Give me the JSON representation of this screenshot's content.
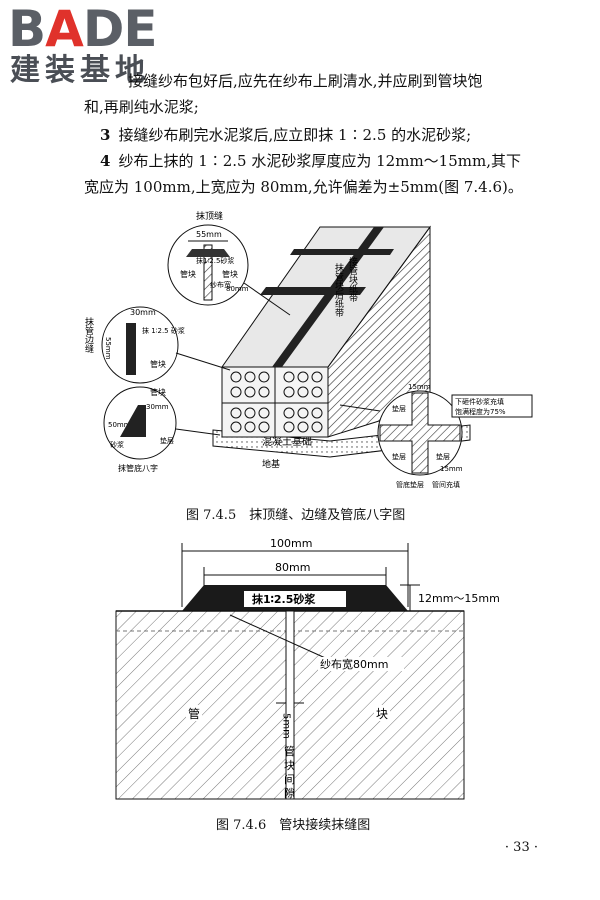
{
  "logo": {
    "brand_first": "B",
    "brand_accent": "A",
    "brand_rest": "DE",
    "sub": "建装基地"
  },
  "text": {
    "line1_tail": "接缝纱布包好后,应先在纱布上刷清水,并应刷到管块饱",
    "line2": "和,再刷纯水泥浆;",
    "item3_num": "3",
    "item3_text": "接缝纱布刷完水泥浆后,应立即抹 1∶2.5 的水泥砂浆;",
    "item4_num": "4",
    "item4_text": "纱布上抹的 1∶2.5 水泥砂浆厚度应为 12mm～15mm,其下",
    "line_last": "宽应为 100mm,上宽应为 80mm,允许偏差为±5mm(图 7.4.6)。"
  },
  "fig745": {
    "caption": "图 7.4.5　抹顶缝、边缝及管底八字图",
    "top_seam": "抹顶缝",
    "dim_55": "55mm",
    "mortar_1_25": "抹1∶2.5砂浆",
    "block": "管块",
    "gauze": "纱布宽",
    "dim_80": "80mm",
    "side_seam": "抹管边缝",
    "dim_30": "30mm",
    "dim_50": "50mm",
    "mortar_v": "抹 1∶2.5 砂浆",
    "mortar": "砂浆",
    "cushion": "垫层",
    "corner": "抹管底八字",
    "concrete_base": "混凝土基础",
    "ground": "地基",
    "dim_15": "15mm",
    "joint_note_1": "下砸件砂浆充填",
    "joint_note_2": "饱满程度为75%",
    "block_cushion": "管底垫层",
    "between_fill": "管间充填",
    "block_label": "抹管块后纸带",
    "block_label_2": "接管块纸带"
  },
  "fig746": {
    "caption": "图 7.4.6　管块接续抹缝图",
    "dim_100": "100mm",
    "dim_80": "80mm",
    "dim_thickness": "12mm～15mm",
    "mortar_label": "抹1∶2.5砂浆",
    "gauze_label": "纱布宽80mm",
    "block_left": "管",
    "block_right": "块",
    "gap_5": "5mm",
    "gap_v1": "管",
    "gap_v2": "块",
    "gap_v3": "间",
    "gap_v4": "隙"
  },
  "page": {
    "number": "· 33 ·"
  }
}
